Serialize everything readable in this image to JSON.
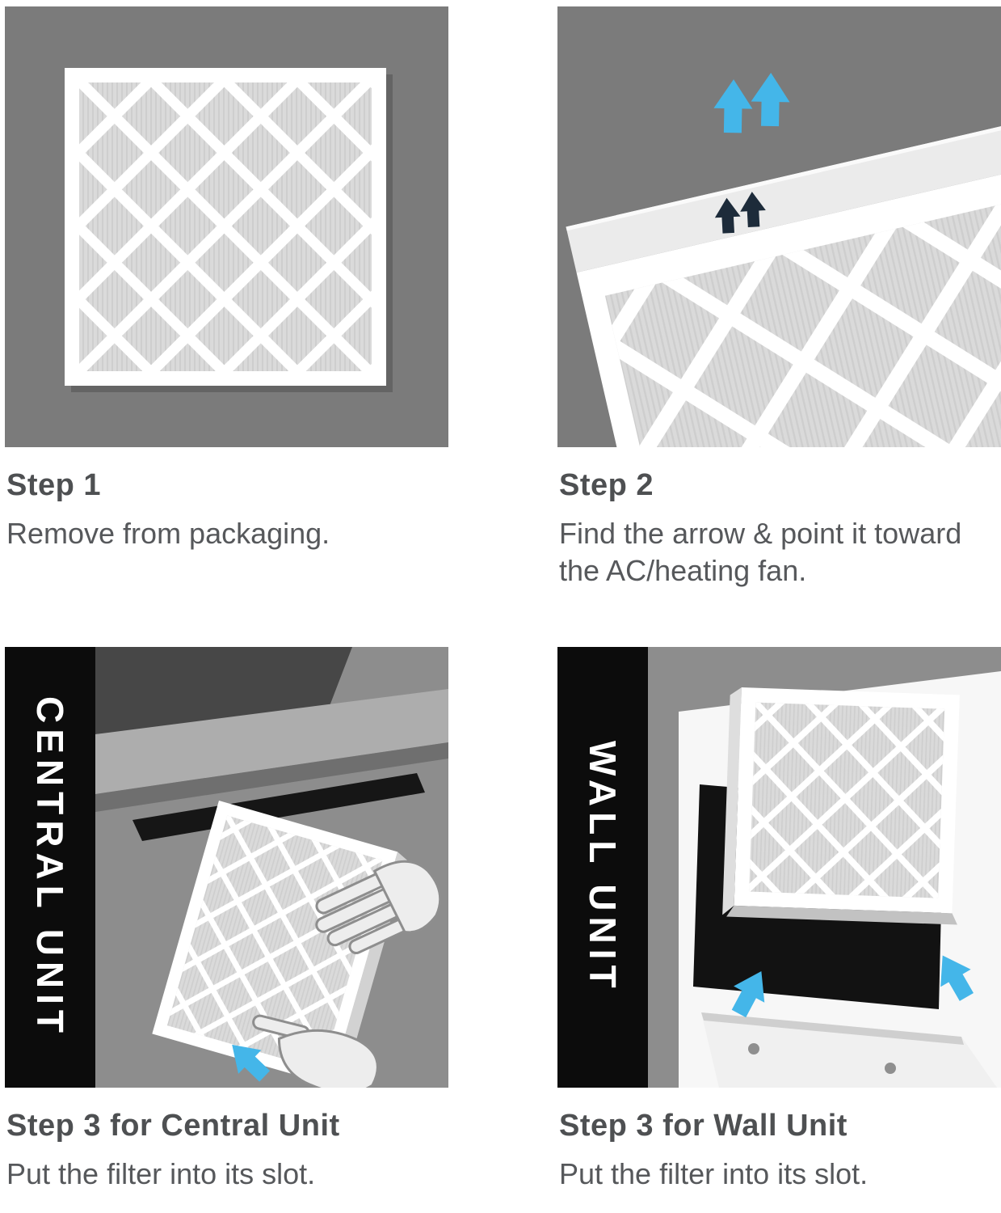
{
  "panels": [
    {
      "title": "Step 1",
      "description": "Remove from packaging."
    },
    {
      "title": "Step 2",
      "description": "Find the arrow & point it toward the AC/heating fan."
    },
    {
      "title": "Step 3 for Central Unit",
      "description": "Put the filter into its slot.",
      "unit_label": "CENTRAL UNIT"
    },
    {
      "title": "Step 3 for Wall Unit",
      "description": "Put the filter into its slot.",
      "unit_label": "WALL UNIT"
    }
  ],
  "colors": {
    "panel_gray": "#7b7b7b",
    "scene_gray": "#8d8d8d",
    "filter_media_gray": "#dadada",
    "accent_blue": "#44b6e9",
    "airflow_arrow_dark": "#1d2b3a",
    "heading_text": "#4e5052",
    "body_text": "#56585b",
    "unit_bar_black": "#0c0c0c"
  }
}
